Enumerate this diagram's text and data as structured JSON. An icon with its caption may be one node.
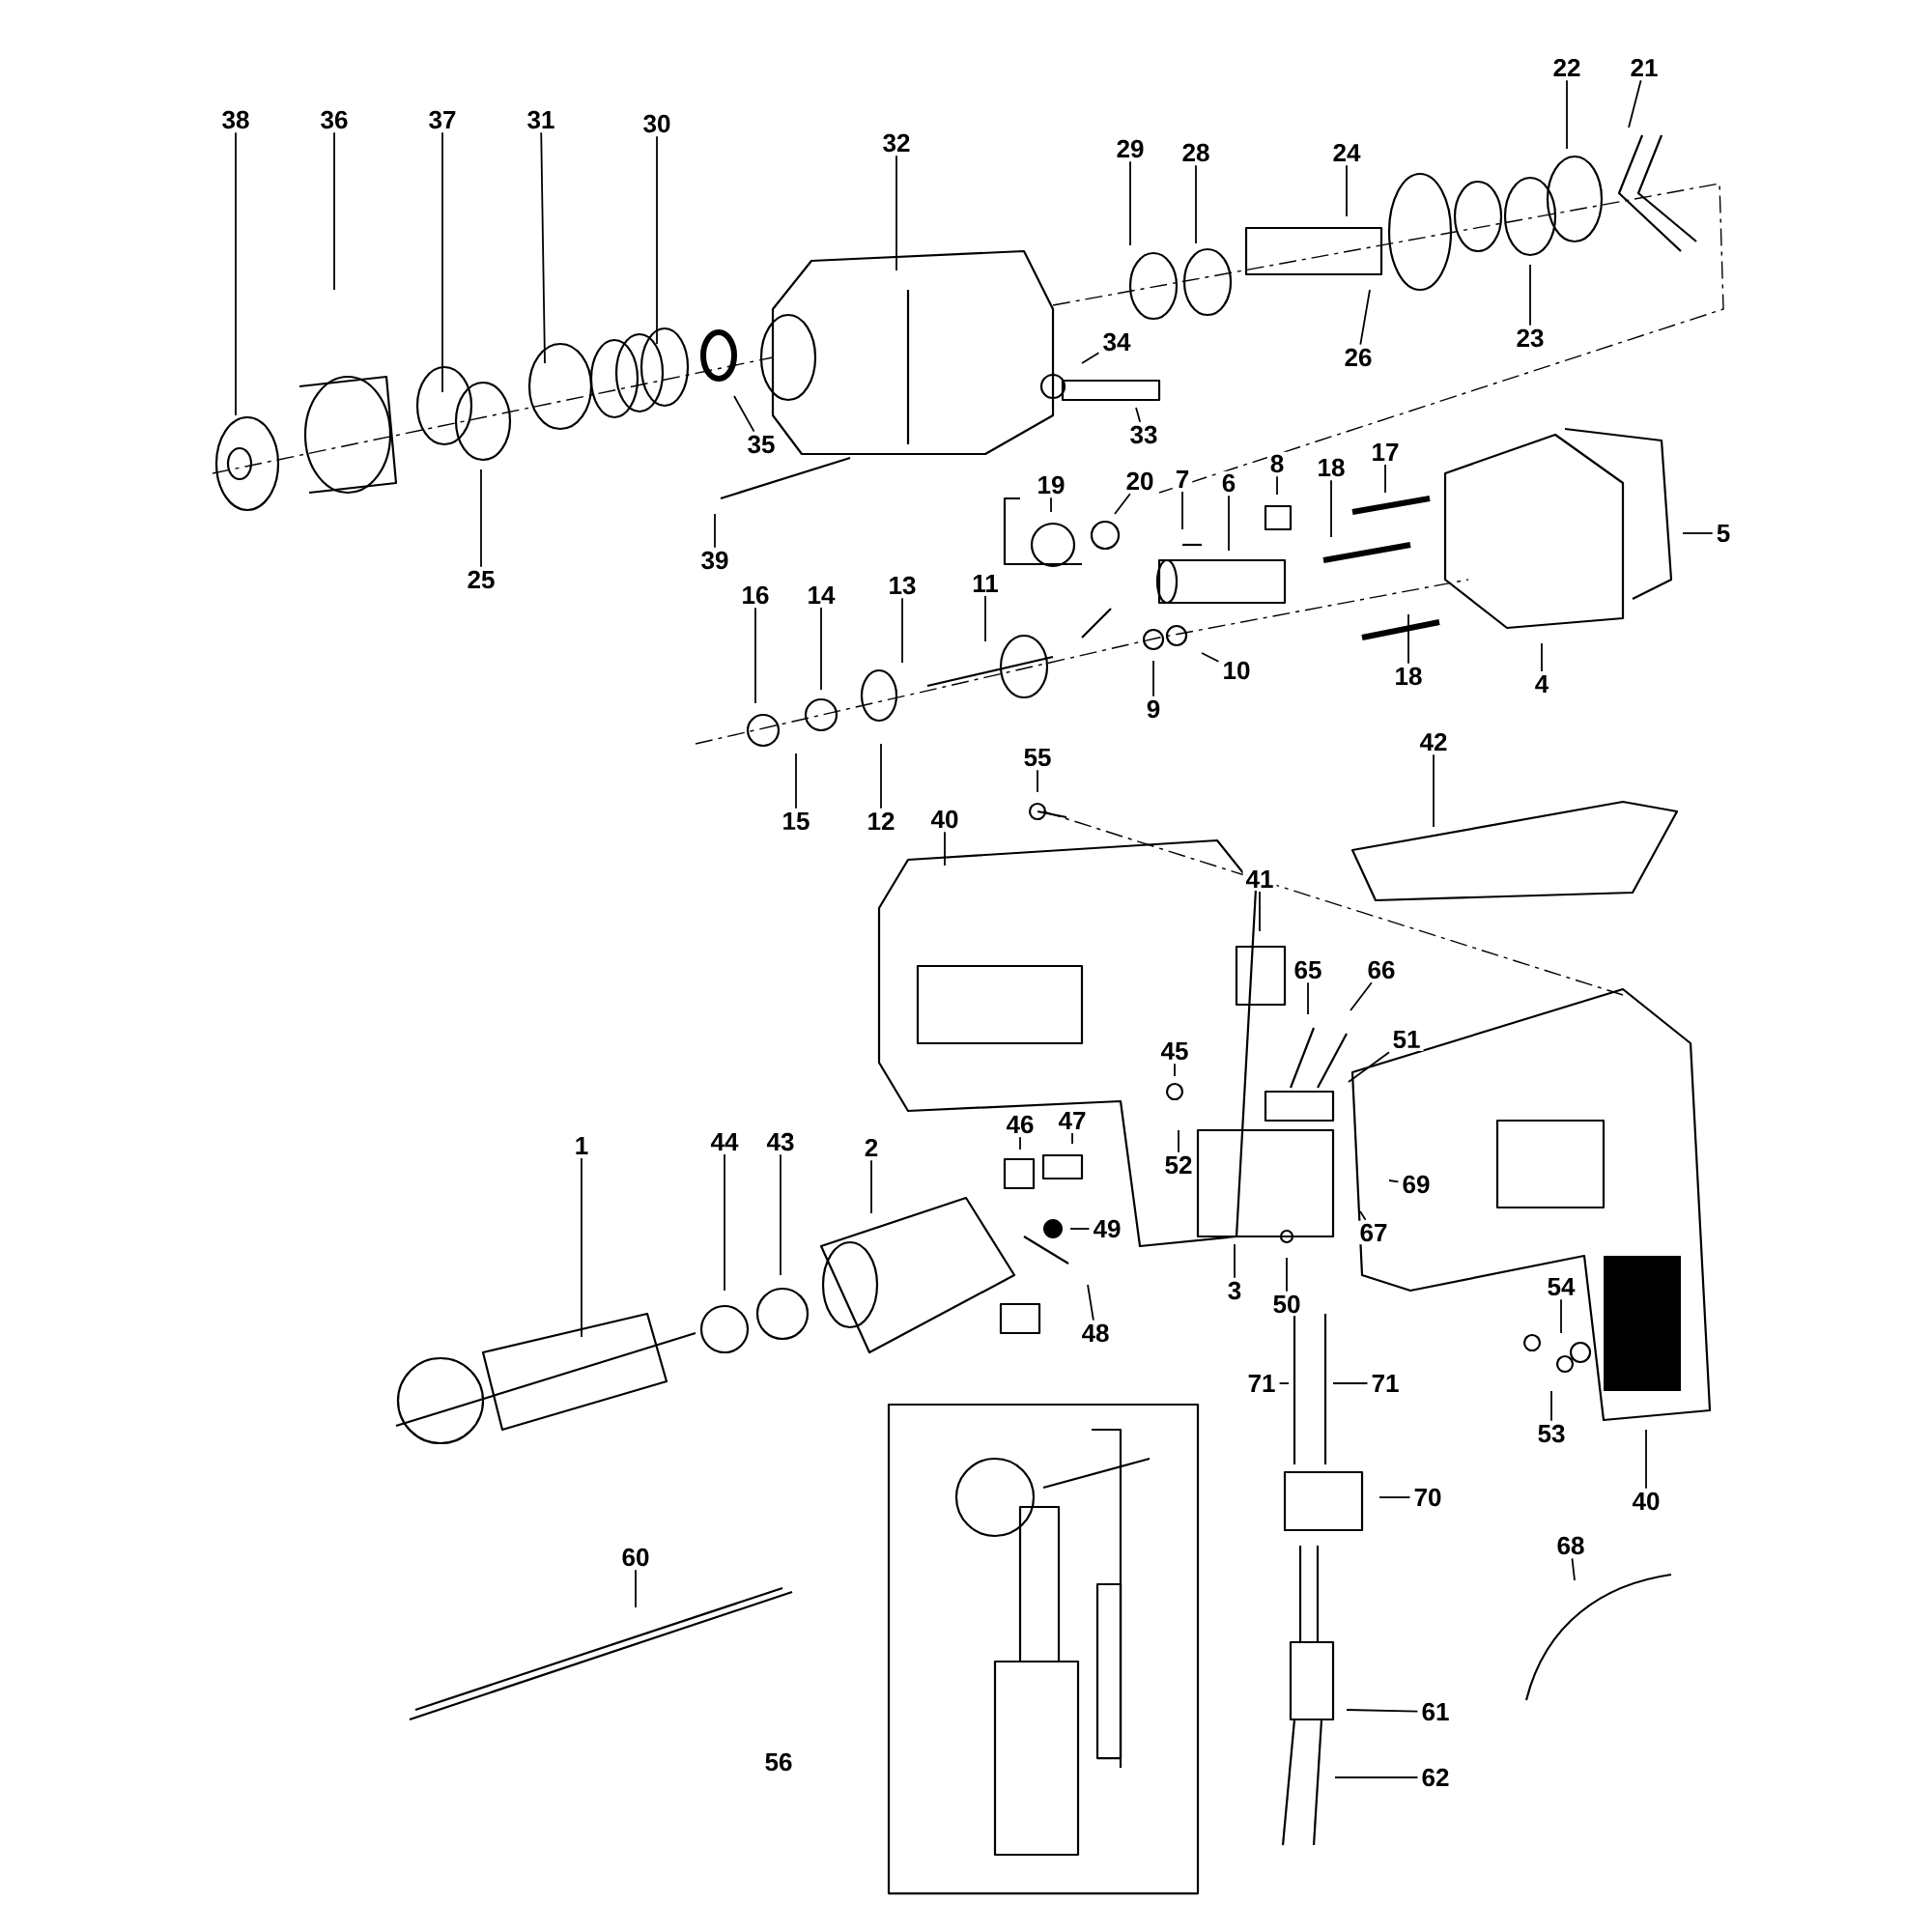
{
  "diagram": {
    "nodes": [
      {
        "text": [
          "38"
        ]
      },
      {
        "text": [
          "36"
        ]
      },
      {
        "text": [
          "37"
        ]
      },
      {
        "text": [
          "31"
        ]
      },
      {
        "text": [
          "30"
        ]
      },
      {
        "text": [
          "32"
        ]
      },
      {
        "text": [
          "29"
        ]
      },
      {
        "text": [
          "28"
        ]
      },
      {
        "text": [
          "24"
        ]
      },
      {
        "text": [
          "22"
        ]
      },
      {
        "text": [
          "21"
        ]
      },
      {
        "text": [
          "35"
        ]
      },
      {
        "text": [
          "25"
        ]
      },
      {
        "text": [
          "34"
        ]
      },
      {
        "text": [
          "33"
        ]
      },
      {
        "text": [
          "26"
        ]
      },
      {
        "text": [
          "23"
        ]
      },
      {
        "text": [
          "39"
        ]
      },
      {
        "text": [
          "19"
        ]
      },
      {
        "text": [
          "20"
        ]
      },
      {
        "text": [
          "7"
        ]
      },
      {
        "text": [
          "6"
        ]
      },
      {
        "text": [
          "8"
        ]
      },
      {
        "text": [
          "18"
        ]
      },
      {
        "text": [
          "17"
        ]
      },
      {
        "text": [
          "5"
        ]
      },
      {
        "text": [
          "16"
        ]
      },
      {
        "text": [
          "14"
        ]
      },
      {
        "text": [
          "13"
        ]
      },
      {
        "text": [
          "11"
        ]
      },
      {
        "text": [
          "10"
        ]
      },
      {
        "text": [
          "18"
        ]
      },
      {
        "text": [
          "4"
        ]
      },
      {
        "text": [
          "9"
        ]
      },
      {
        "text": [
          "15"
        ]
      },
      {
        "text": [
          "12"
        ]
      },
      {
        "text": [
          "55"
        ]
      },
      {
        "text": [
          "40"
        ]
      },
      {
        "text": [
          "42"
        ]
      },
      {
        "text": [
          "41"
        ]
      },
      {
        "text": [
          "65"
        ]
      },
      {
        "text": [
          "66"
        ]
      },
      {
        "text": [
          "51"
        ]
      },
      {
        "text": [
          "45"
        ]
      },
      {
        "text": [
          "46"
        ]
      },
      {
        "text": [
          "47"
        ]
      },
      {
        "text": [
          "52"
        ]
      },
      {
        "text": [
          "49"
        ]
      },
      {
        "text": [
          "48"
        ]
      },
      {
        "text": [
          "1"
        ]
      },
      {
        "text": [
          "44"
        ]
      },
      {
        "text": [
          "43"
        ]
      },
      {
        "text": [
          "2"
        ]
      },
      {
        "text": [
          "3"
        ]
      },
      {
        "text": [
          "50"
        ]
      },
      {
        "text": [
          "69"
        ]
      },
      {
        "text": [
          "67"
        ]
      },
      {
        "text": [
          "54"
        ]
      },
      {
        "text": [
          "53"
        ]
      },
      {
        "text": [
          "40"
        ]
      },
      {
        "text": [
          "71"
        ]
      },
      {
        "text": [
          "71"
        ]
      },
      {
        "text": [
          "70"
        ]
      },
      {
        "text": [
          "68"
        ]
      },
      {
        "text": [
          "60"
        ]
      },
      {
        "text": [
          "61"
        ]
      },
      {
        "text": [
          "62"
        ]
      }
    ],
    "edges": [
      {
        "from": 0,
        "to": null,
        "arrow": "none"
      },
      {
        "from": 1,
        "to": null,
        "arrow": "none"
      },
      {
        "from": 2,
        "to": null,
        "arrow": "none"
      },
      {
        "from": 3,
        "to": null,
        "arrow": "none"
      },
      {
        "from": 4,
        "to": null,
        "arrow": "none"
      },
      {
        "from": 5,
        "to": null,
        "arrow": "none"
      },
      {
        "from": 6,
        "to": null,
        "arrow": "none"
      },
      {
        "from": 7,
        "to": null,
        "arrow": "none"
      },
      {
        "from": 8,
        "to": null,
        "arrow": "none"
      },
      {
        "from": 9,
        "to": null,
        "arrow": "none"
      },
      {
        "from": 10,
        "to": null,
        "arrow": "none"
      },
      {
        "from": 11,
        "to": null,
        "arrow": "none"
      },
      {
        "from": 12,
        "to": null,
        "arrow": "none"
      },
      {
        "from": 13,
        "to": null,
        "arrow": "none"
      },
      {
        "from": 14,
        "to": null,
        "arrow": "none"
      },
      {
        "from": 15,
        "to": null,
        "arrow": "none"
      },
      {
        "from": 16,
        "to": null,
        "arrow": "none"
      },
      {
        "from": 17,
        "to": null,
        "arrow": "none"
      },
      {
        "from": 18,
        "to": null,
        "arrow": "none"
      },
      {
        "from": 19,
        "to": null,
        "arrow": "none"
      },
      {
        "from": 20,
        "to": null,
        "arrow": "none"
      },
      {
        "from": 21,
        "to": null,
        "arrow": "none"
      },
      {
        "from": 22,
        "to": null,
        "arrow": "none"
      },
      {
        "from": 23,
        "to": null,
        "arrow": "none"
      },
      {
        "from": 24,
        "to": null,
        "arrow": "none"
      },
      {
        "from": 25,
        "to": null,
        "arrow": "none"
      },
      {
        "from": 26,
        "to": null,
        "arrow": "none"
      },
      {
        "from": 27,
        "to": null,
        "arrow": "none"
      },
      {
        "from": 28,
        "to": null,
        "arrow": "none"
      },
      {
        "from": 29,
        "to": null,
        "arrow": "none"
      },
      {
        "from": 30,
        "to": null,
        "arrow": "none"
      },
      {
        "from": 31,
        "to": null,
        "arrow": "none"
      },
      {
        "from": 32,
        "to": null,
        "arrow": "none"
      },
      {
        "from": 33,
        "to": null,
        "arrow": "none"
      },
      {
        "from": 34,
        "to": null,
        "arrow": "none"
      },
      {
        "from": 35,
        "to": null,
        "arrow": "none"
      },
      {
        "from": 36,
        "to": null,
        "arrow": "none"
      },
      {
        "from": 37,
        "to": null,
        "arrow": "none"
      },
      {
        "from": 38,
        "to": null,
        "arrow": "none"
      },
      {
        "from": 39,
        "to": null,
        "arrow": "none"
      },
      {
        "from": 40,
        "to": null,
        "arrow": "none"
      },
      {
        "from": 41,
        "to": null,
        "arrow": "none"
      },
      {
        "from": 42,
        "to": null,
        "arrow": "none"
      },
      {
        "from": 43,
        "to": null,
        "arrow": "none"
      },
      {
        "from": 44,
        "to": null,
        "arrow": "none"
      },
      {
        "from": 45,
        "to": null,
        "arrow": "none"
      },
      {
        "from": 46,
        "to": null,
        "arrow": "none"
      },
      {
        "from": 47,
        "to": null,
        "arrow": "none"
      },
      {
        "from": 48,
        "to": null,
        "arrow": "none"
      },
      {
        "from": 49,
        "to": null,
        "arrow": "none"
      },
      {
        "from": 50,
        "to": null,
        "arrow": "none"
      },
      {
        "from": 51,
        "to": null,
        "arrow": "none"
      },
      {
        "from": 52,
        "to": null,
        "arrow": "none"
      },
      {
        "from": 53,
        "to": null,
        "arrow": "none"
      },
      {
        "from": 54,
        "to": null,
        "arrow": "none"
      },
      {
        "from": 55,
        "to": null,
        "arrow": "none"
      },
      {
        "from": 56,
        "to": null,
        "arrow": "none"
      },
      {
        "from": 57,
        "to": null,
        "arrow": "none"
      },
      {
        "from": 58,
        "to": null,
        "arrow": "none"
      },
      {
        "from": 59,
        "to": null,
        "arrow": "none"
      },
      {
        "from": 60,
        "to": null,
        "arrow": "none"
      },
      {
        "from": 61,
        "to": null,
        "arrow": "none"
      },
      {
        "from": 62,
        "to": null,
        "arrow": "none"
      },
      {
        "from": 63,
        "to": null,
        "arrow": "none"
      },
      {
        "from": 64,
        "to": null,
        "arrow": "none"
      },
      {
        "from": 65,
        "to": null,
        "arrow": "none"
      },
      {
        "from": 66,
        "to": null,
        "arrow": "none"
      }
    ],
    "labels": [
      "56"
    ]
  }
}
